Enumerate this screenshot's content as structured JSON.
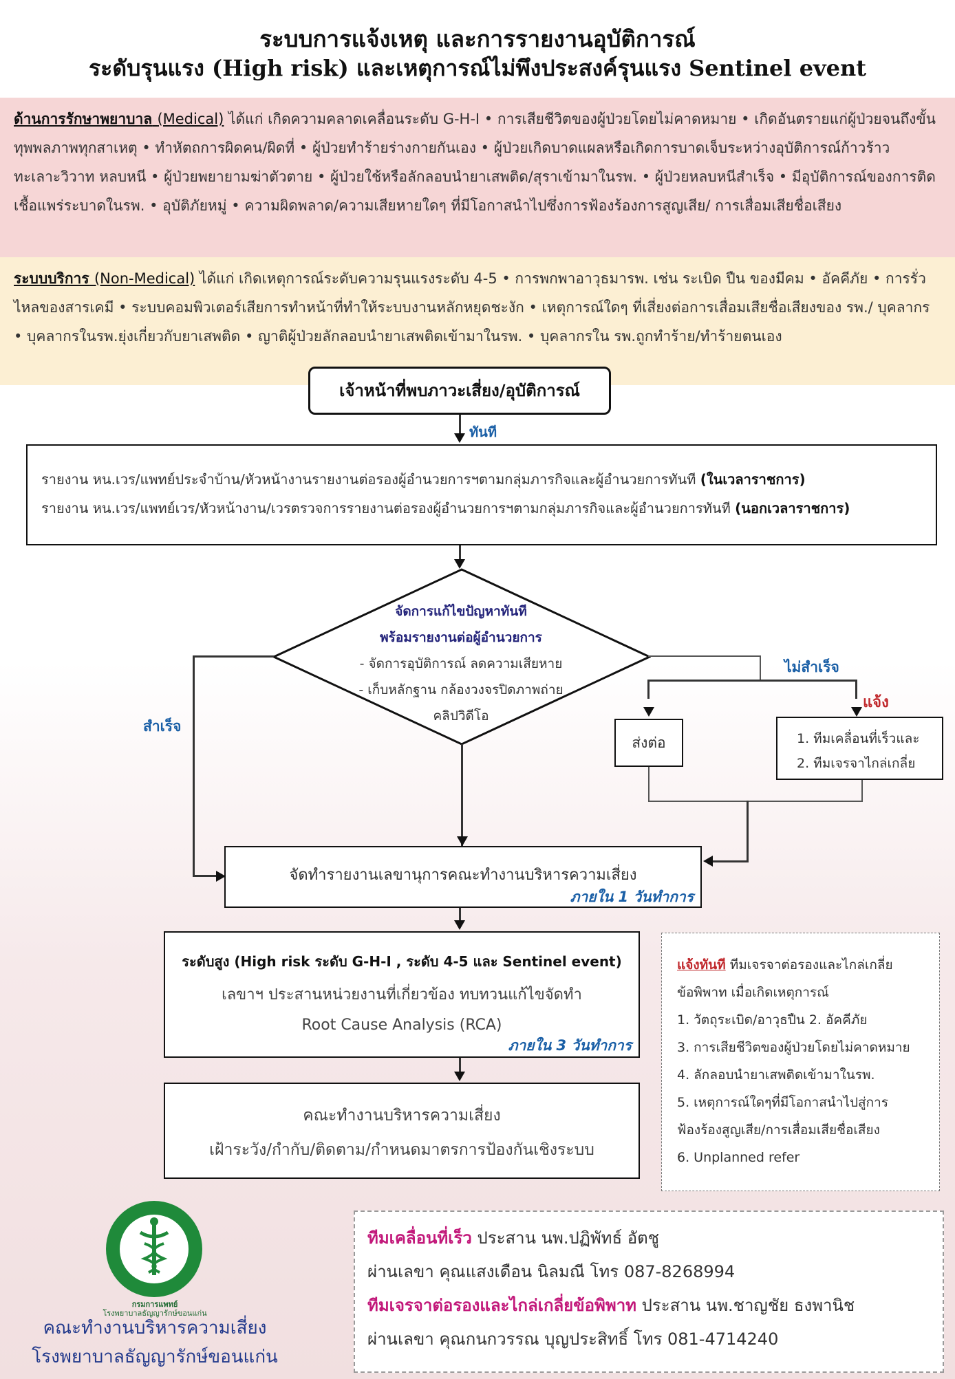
{
  "title": {
    "line1": "ระบบการแจ้งเหตุ และการรายงานอุบัติการณ์",
    "line2": "ระดับรุนแรง (High risk) และเหตุการณ์ไม่พึงประสงค์รุนแรง Sentinel event"
  },
  "medical": {
    "heading_th": "ด้านการรักษาพยาบาล",
    "heading_en": "(Medical)",
    "body": " ได้แก่ เกิดความคลาดเคลื่อนระดับ G-H-I • การเสียชีวิตของผู้ป่วยโดยไม่คาดหมาย • เกิดอันตรายแก่ผู้ป่วยจนถึงขั้นทุพพลภาพทุกสาเหตุ • ทำหัตถการผิดคน/ผิดที่ • ผู้ป่วยทำร้ายร่างกายกันเอง • ผู้ป่วยเกิดบาดแผลหรือเกิดการบาดเจ็บระหว่างอุบัติการณ์ก้าวร้าว ทะเลาะวิวาท หลบหนี • ผู้ป่วยพยายามฆ่าตัวตาย • ผู้ป่วยใช้หรือลักลอบนำยาเสพติด/สุราเข้ามาในรพ. • ผู้ป่วยหลบหนีสำเร็จ • มีอุบัติการณ์ของการติดเชื้อแพร่ระบาดในรพ. • อุบัติภัยหมู่ • ความผิดพลาด/ความเสียหายใดๆ ที่มีโอกาสนำไปซึ่งการฟ้องร้องการสูญเสีย/ การเสื่อมเสียชื่อเสียง"
  },
  "nonmedical": {
    "heading_th": "ระบบบริการ",
    "heading_en": "(Non-Medical)",
    "body": " ได้แก่ เกิดเหตุการณ์ระดับความรุนแรงระดับ 4-5 • การพกพาอาวุธมารพ. เช่น ระเบิด ปืน ของมีคม • อัคคีภัย • การรั่วไหลของสารเคมี • ระบบคอมพิวเตอร์เสียการทำหน้าที่ทำให้ระบบงานหลักหยุดชะงัก • เหตุการณ์ใดๆ ที่เสี่ยงต่อการเสื่อมเสียชื่อเสียงของ รพ./ บุคลากร • บุคลากรในรพ.ยุ่งเกี่ยวกับยาเสพติด • ญาติผู้ป่วยลักลอบนำยาเสพติดเข้ามาในรพ. • บุคลากรใน รพ.ถูกทำร้าย/ทำร้ายตนเอง"
  },
  "flow": {
    "start": "เจ้าหน้าที่พบภาวะเสี่ยง/อุบัติการณ์",
    "immediately": "ทันที",
    "report_in_text": "รายงาน หน.เวร/แพทย์ประจำบ้าน/หัวหน้างานรายงานต่อรองผู้อำนวยการฯตามกลุ่มภารกิจและผู้อำนวยการทันที ",
    "report_in_tag": "(ในเวลาราชการ)",
    "report_out_text": "รายงาน หน.เวร/แพทย์เวร/หัวหน้างาน/เวรตรวจการรายงานต่อรองผู้อำนวยการฯตามกลุ่มภารกิจและผู้อำนวยการทันที ",
    "report_out_tag": "(นอกเวลาราชการ)",
    "diamond_title1": "จัดการแก้ไขปัญหาทันที",
    "diamond_title2": "พร้อมรายงานต่อผู้อำนวยการ",
    "diamond_item1": "- จัดการอุบัติการณ์ ลดความเสียหาย",
    "diamond_item2": "- เก็บหลักฐาน กล้องวงจรปิดภาพถ่าย",
    "diamond_item3": "คลิปวิดีโอ",
    "success": "สำเร็จ",
    "fail": "ไม่สำเร็จ",
    "notify": "แจ้ง",
    "refer": "ส่งต่อ",
    "team1": "1. ทีมเคลื่อนที่เร็วและ",
    "team2": "2. ทีมเจรจาไกล่เกลี่ย",
    "secretary_report": "จัดทำรายงานเลขานุการคณะทำงานบริหารความเสี่ยง",
    "within1": "ภายใน   1 วันทำการ",
    "high_title": "ระดับสูง (High risk ระดับ G-H-I , ระดับ 4-5 และ Sentinel event)",
    "high_line1": "เลขาฯ ประสานหน่วยงานที่เกี่ยวข้อง ทบทวนแก้ไขจัดทำ",
    "high_line2": "Root Cause Analysis (RCA)",
    "within3": "ภายใน   3 วันทำการ",
    "committee_line1": "คณะทำงานบริหารความเสี่ยง",
    "committee_line2": "เฝ้าระวัง/กำกับ/ติดตาม/กำหนดมาตรการป้องกันเชิงระบบ"
  },
  "side_note": {
    "head": "แจ้งทันที",
    "head_rest": " ทีมเจรจาต่อรองและไกล่เกลี่ย",
    "line2": "ข้อพิพาท เมื่อเกิดเหตุการณ์",
    "items": [
      "1. วัตถุระเบิด/อาวุธปืน 2. อัคคีภัย",
      "3. การเสียชีวิตของผู้ป่วยโดยไม่คาดหมาย",
      "4. ลักลอบนำยาเสพติดเข้ามาในรพ.",
      "5. เหตุการณ์ใดๆที่มีโอกาสนำไปสู่การ",
      "ฟ้องร้องสูญเสีย/การเสื่อมเสียชื่อเสียง",
      "6. Unplanned refer"
    ]
  },
  "contact": {
    "team1_name": "ทีมเคลื่อนที่เร็ว",
    "team1_chair": " ประสาน นพ.ปฏิพัทธ์  อัตชู",
    "team1_sec": "ผ่านเลขา คุณแสงเดือน  นิลมณี โทร 087-8268994",
    "team2_name": "ทีมเจรจาต่อรองและไกล่เกลี่ยข้อพิพาท",
    "team2_chair": " ประสาน นพ.ชาญชัย  ธงพานิช",
    "team2_sec": "ผ่านเลขา คุณกนกวรรณ บุญประสิทธิ์ โทร 081-4714240"
  },
  "org": {
    "logo_text": "กรมการแพทย์",
    "logo_sub": "โรงพยาบาลธัญญารักษ์ขอนแก่น",
    "line1": "คณะทำงานบริหารความเสี่ยง",
    "line2": "โรงพยาบาลธัญญารักษ์ขอนแก่น"
  },
  "colors": {
    "medical_band": "#f6d6d6",
    "nonmedical_band": "#fcefd3",
    "blue": "#1a5fa6",
    "red": "#c0282c",
    "magenta": "#c2187a",
    "logo_green": "#1f8a3a"
  }
}
